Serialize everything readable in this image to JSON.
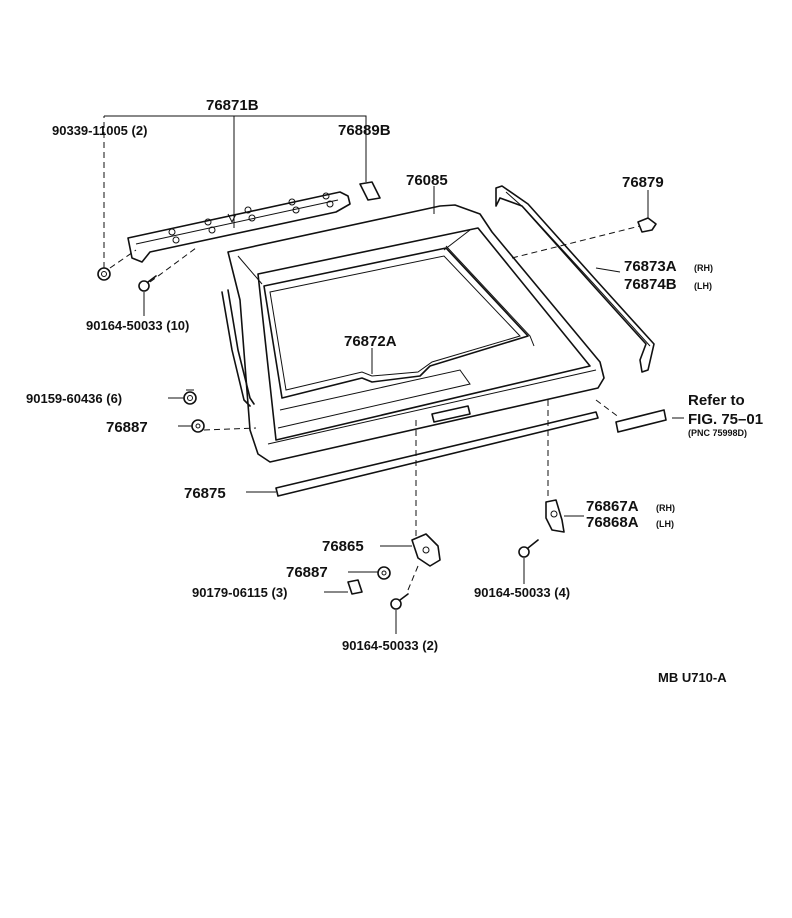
{
  "diagram": {
    "code": "MB U710-A",
    "refer": {
      "line1": "Refer to",
      "line2": "FIG. 75–01",
      "line3": "(PNC 75998D)"
    },
    "labels": {
      "p76871B": "76871B",
      "p90339": "90339-11005 (2)",
      "p76889B": "76889B",
      "p76085": "76085",
      "p76879": "76879",
      "p76873A": "76873A",
      "p76873A_suffix": "(RH)",
      "p76874B": "76874B",
      "p76874B_suffix": "(LH)",
      "p90164_10": "90164-50033 (10)",
      "p76872A": "76872A",
      "p90159": "90159-60436 (6)",
      "p76887a": "76887",
      "p76875": "76875",
      "p76867A": "76867A",
      "p76867A_suffix": "(RH)",
      "p76868A": "76868A",
      "p76868A_suffix": "(LH)",
      "p76865": "76865",
      "p76887b": "76887",
      "p90179": "90179-06115 (3)",
      "p90164_4": "90164-50033 (4)",
      "p90164_2": "90164-50033 (2)"
    }
  }
}
